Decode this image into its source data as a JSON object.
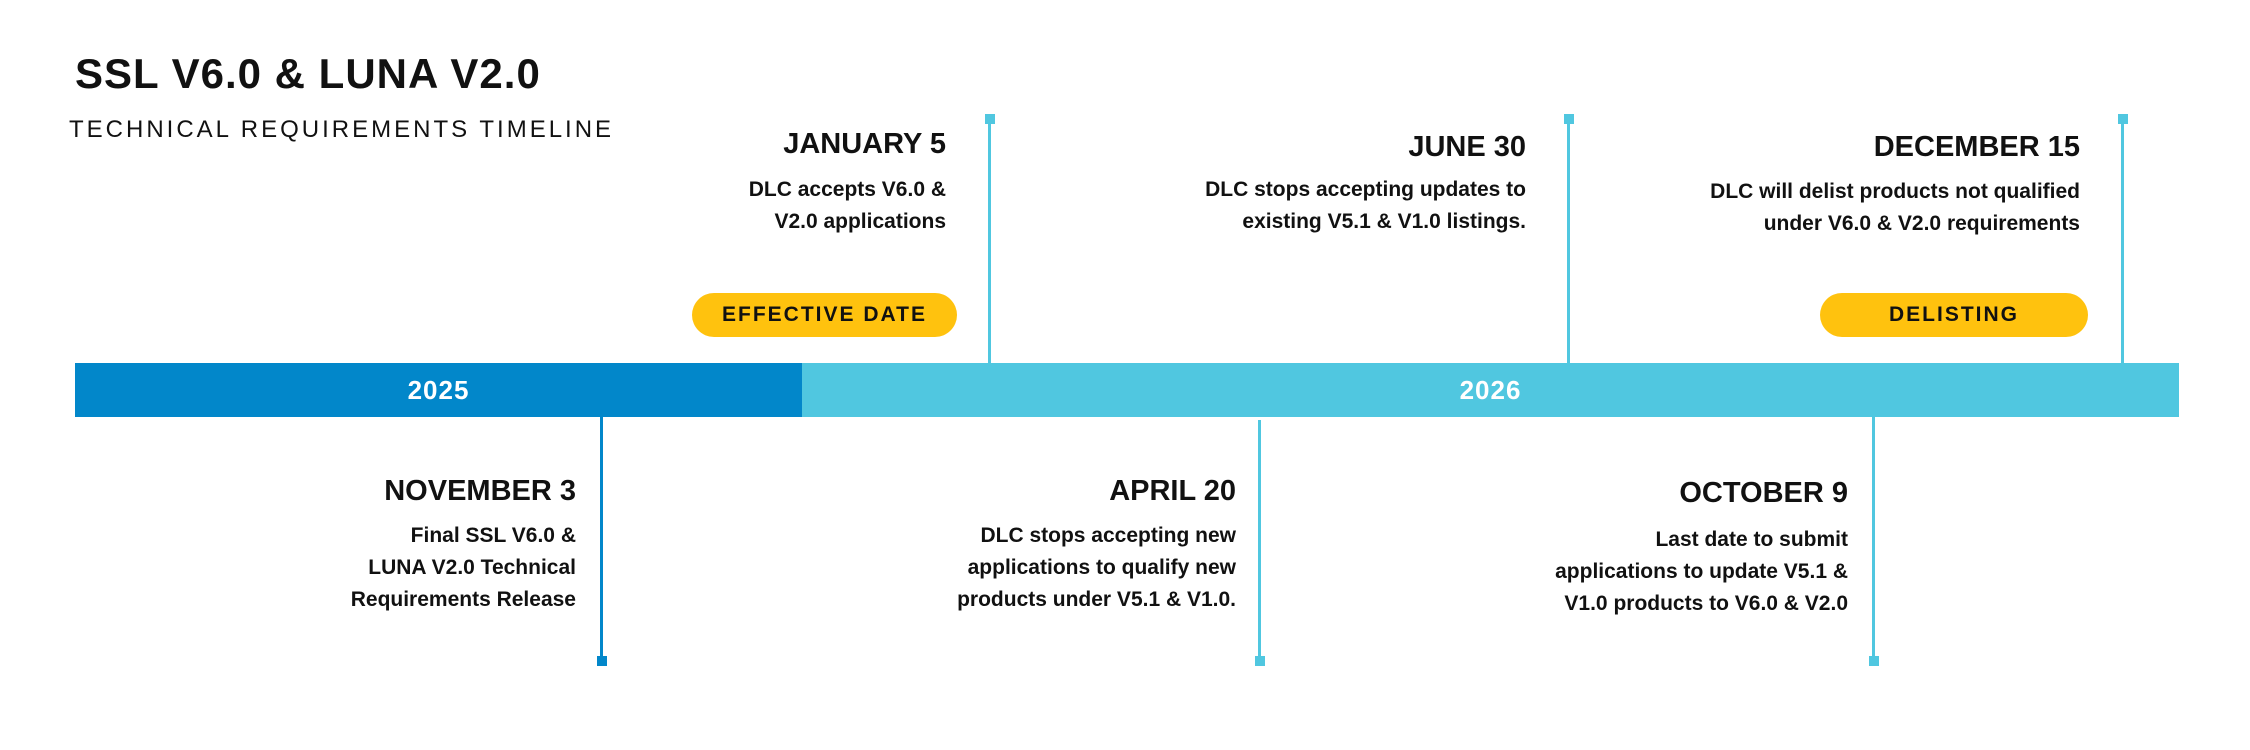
{
  "header": {
    "title": "SSL V6.0 & LUNA V2.0",
    "subtitle": "TECHNICAL REQUIREMENTS TIMELINE"
  },
  "years": [
    {
      "label": "2025",
      "color": "#0287ca"
    },
    {
      "label": "2026",
      "color": "#50c7e0"
    }
  ],
  "milestones_above": [
    {
      "date": "JANUARY 5",
      "lines": [
        "DLC accepts V6.0 &",
        "V2.0 applications"
      ],
      "badge": "EFFECTIVE DATE"
    },
    {
      "date": "JUNE 30",
      "lines": [
        "DLC stops accepting updates to",
        "existing V5.1 & V1.0 listings."
      ]
    },
    {
      "date": "DECEMBER 15",
      "lines": [
        "DLC will delist products not qualified",
        "under V6.0 & V2.0 requirements"
      ],
      "badge": "DELISTING"
    }
  ],
  "milestones_below": [
    {
      "date": "NOVEMBER 3",
      "lines": [
        "Final SSL V6.0 &",
        "LUNA V2.0 Technical",
        "Requirements Release"
      ]
    },
    {
      "date": "APRIL 20",
      "lines": [
        "DLC stops accepting new",
        "applications to qualify new",
        "products under V5.1 & V1.0."
      ]
    },
    {
      "date": "OCTOBER 9",
      "lines": [
        "Last date to submit",
        "applications to update V5.1 &",
        "V1.0 products to V6.0 & V2.0"
      ]
    }
  ],
  "colors": {
    "accent_dark": "#0287ca",
    "accent_light": "#50c7e0",
    "badge": "#ffc20e",
    "text": "#111111"
  }
}
